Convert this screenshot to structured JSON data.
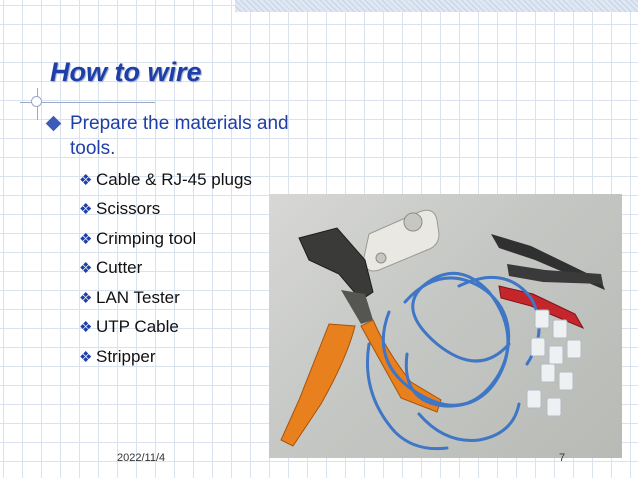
{
  "slide": {
    "title": "How to wire",
    "main_bullet": "Prepare the materials and tools.",
    "sub_items": [
      "Cable & RJ-45 plugs",
      "Scissors",
      "Crimping tool",
      "Cutter",
      "LAN Tester",
      "UTP Cable",
      "Stripper"
    ],
    "date": "2022/11/4",
    "page_number": "7"
  },
  "colors": {
    "title": "#1f3fa8",
    "grid": "#d9e2ee",
    "bullet": "#3b5db8"
  },
  "icons": {
    "main_bullet": "diamond-bullet-icon",
    "sub_bullet": "four-diamond-bullet-icon"
  }
}
